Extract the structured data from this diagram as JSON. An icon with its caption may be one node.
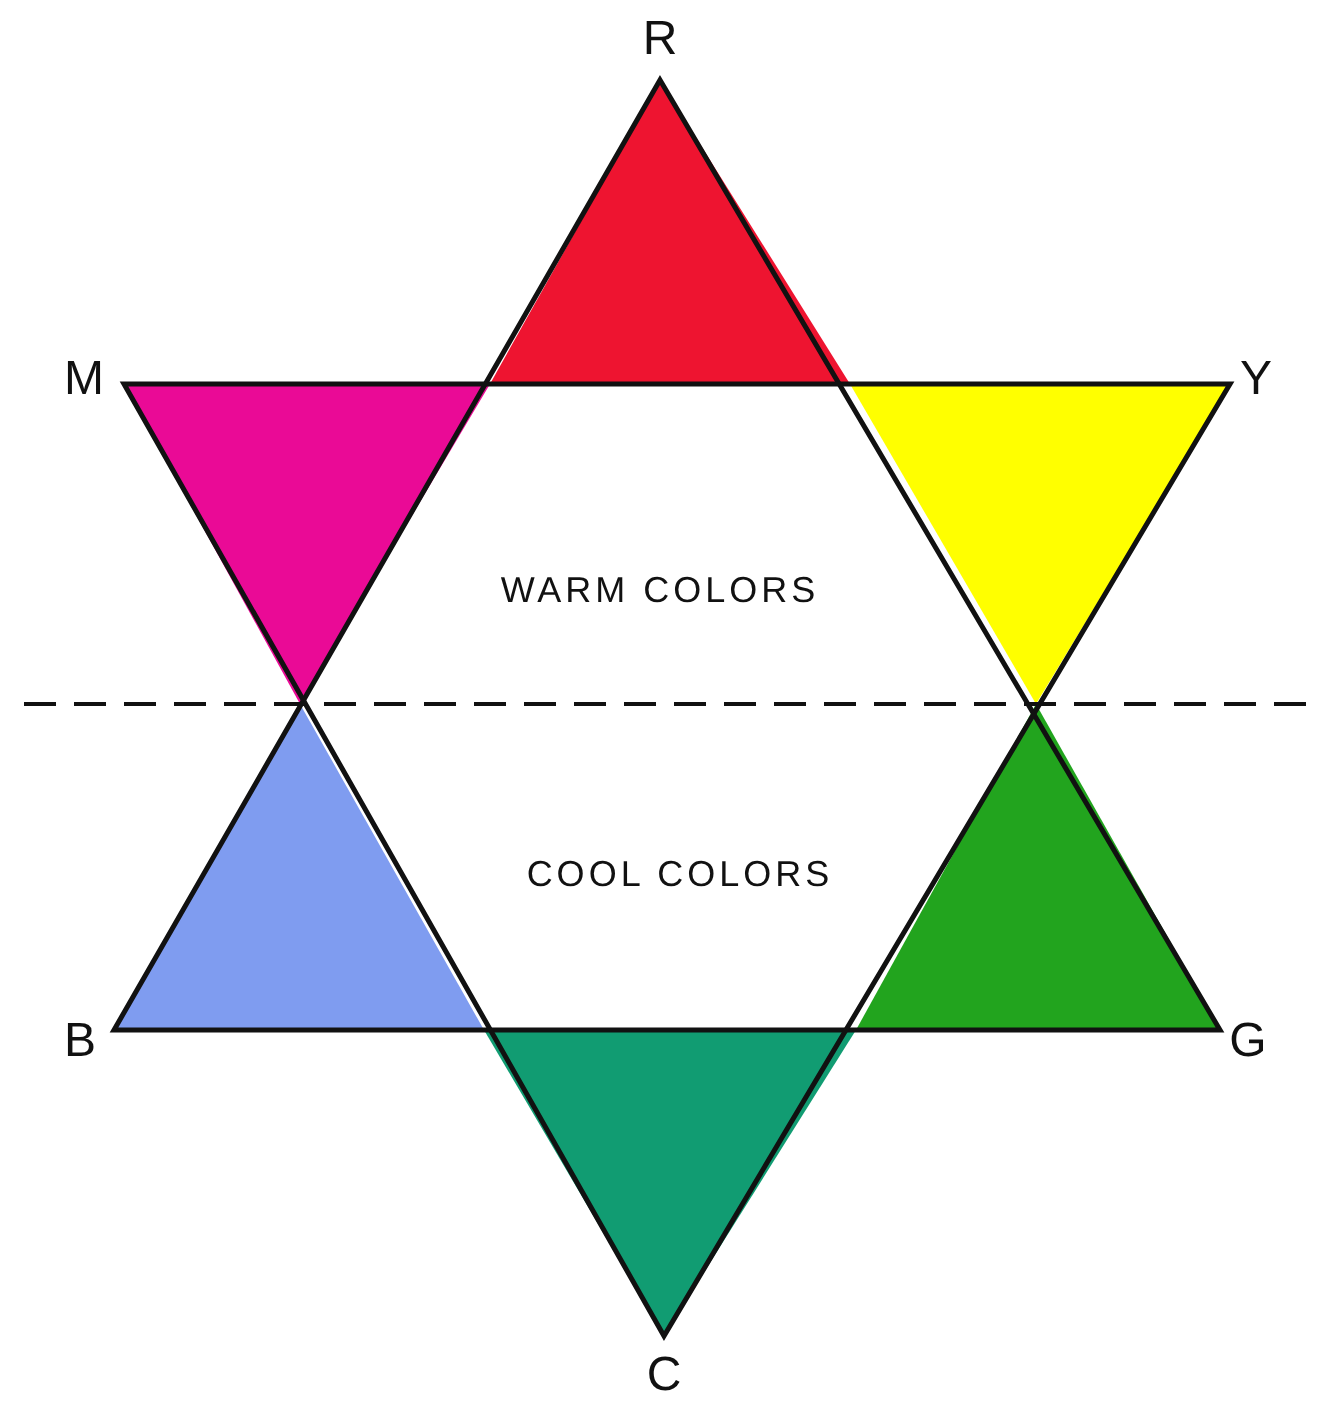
{
  "diagram": {
    "labels": [
      "R",
      "M",
      "Y",
      "WARM COLORS",
      "COOL COLORS",
      "B",
      "G",
      "C"
    ]
  }
}
